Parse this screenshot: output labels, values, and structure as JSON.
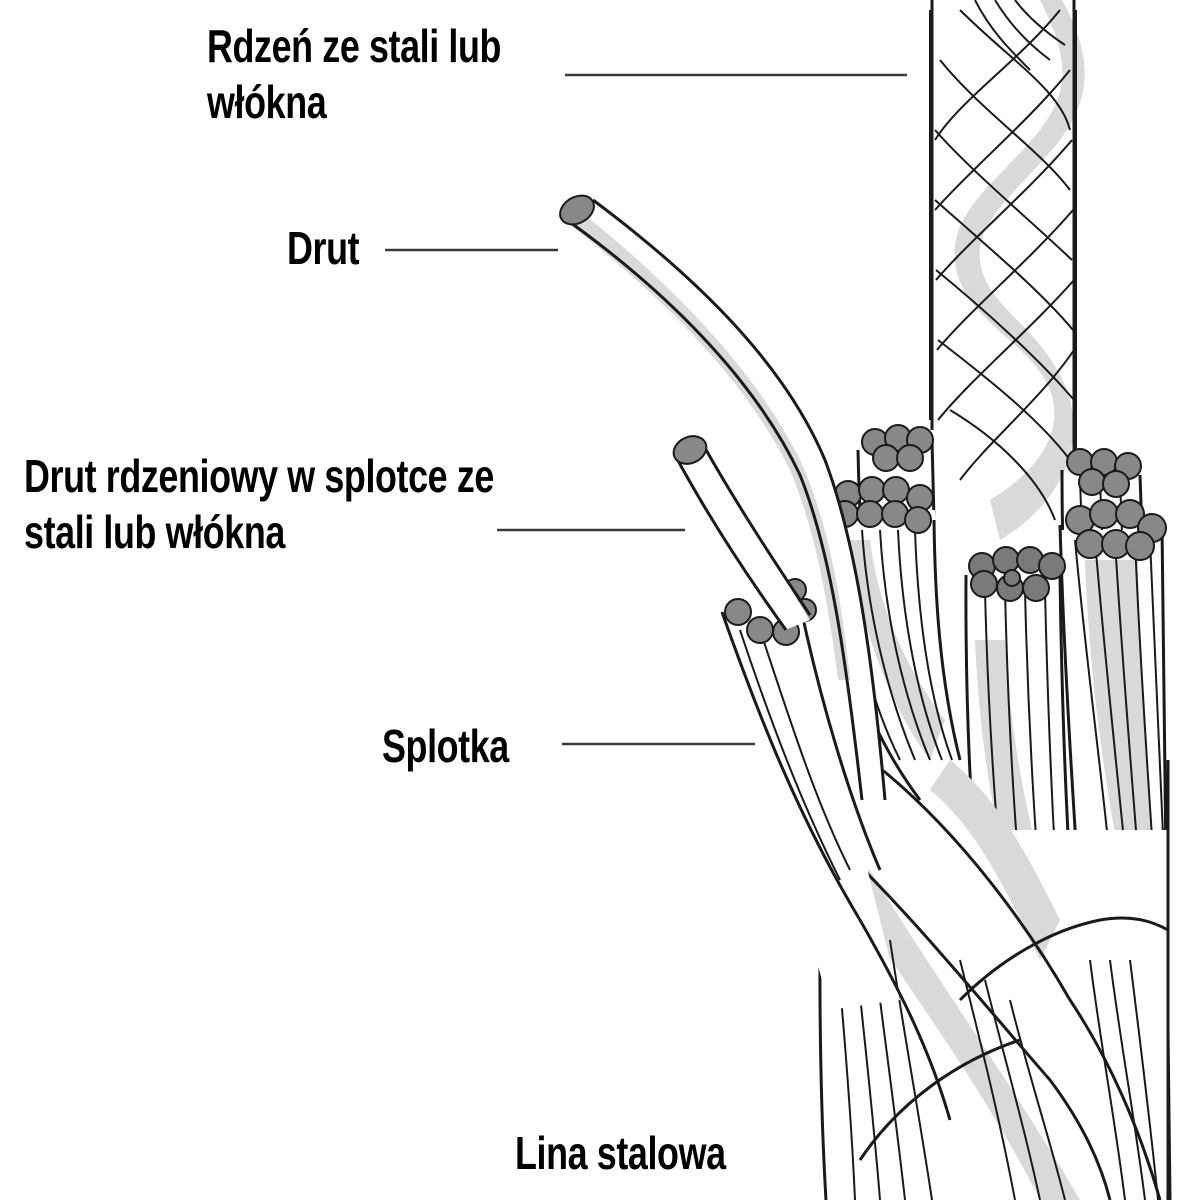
{
  "labels": {
    "core_line1": "Rdzeń ze stali lub",
    "core_line2": "włókna",
    "wire": "Drut",
    "strand_core_line1": "Drut rdzeniowy w splotce ze",
    "strand_core_line2": "stali lub włókna",
    "strand": "Splotka",
    "rope": "Lina stalowa"
  },
  "colors": {
    "ink": "#1a1a1a",
    "shade": "#d9d9d9",
    "wire_end": "#888888",
    "background": "#ffffff"
  }
}
